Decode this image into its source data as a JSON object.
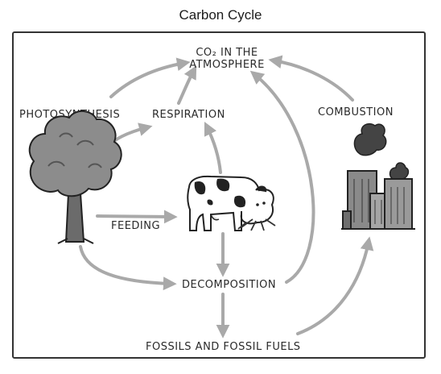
{
  "title": "Carbon Cycle",
  "labels": {
    "co2_line1": "CO₂ IN THE",
    "co2_line2": "ATMOSPHERE",
    "photosynthesis": "PHOTOSYNTHESIS",
    "respiration": "RESPIRATION",
    "combustion": "COMBUSTION",
    "feeding": "FEEDING",
    "decomposition": "DECOMPOSITION",
    "fossils": "FOSSILS AND FOSSIL FUELS"
  },
  "icons": {
    "tree": "tree-icon",
    "cow": "cow-icon",
    "factory": "factory-icon"
  }
}
